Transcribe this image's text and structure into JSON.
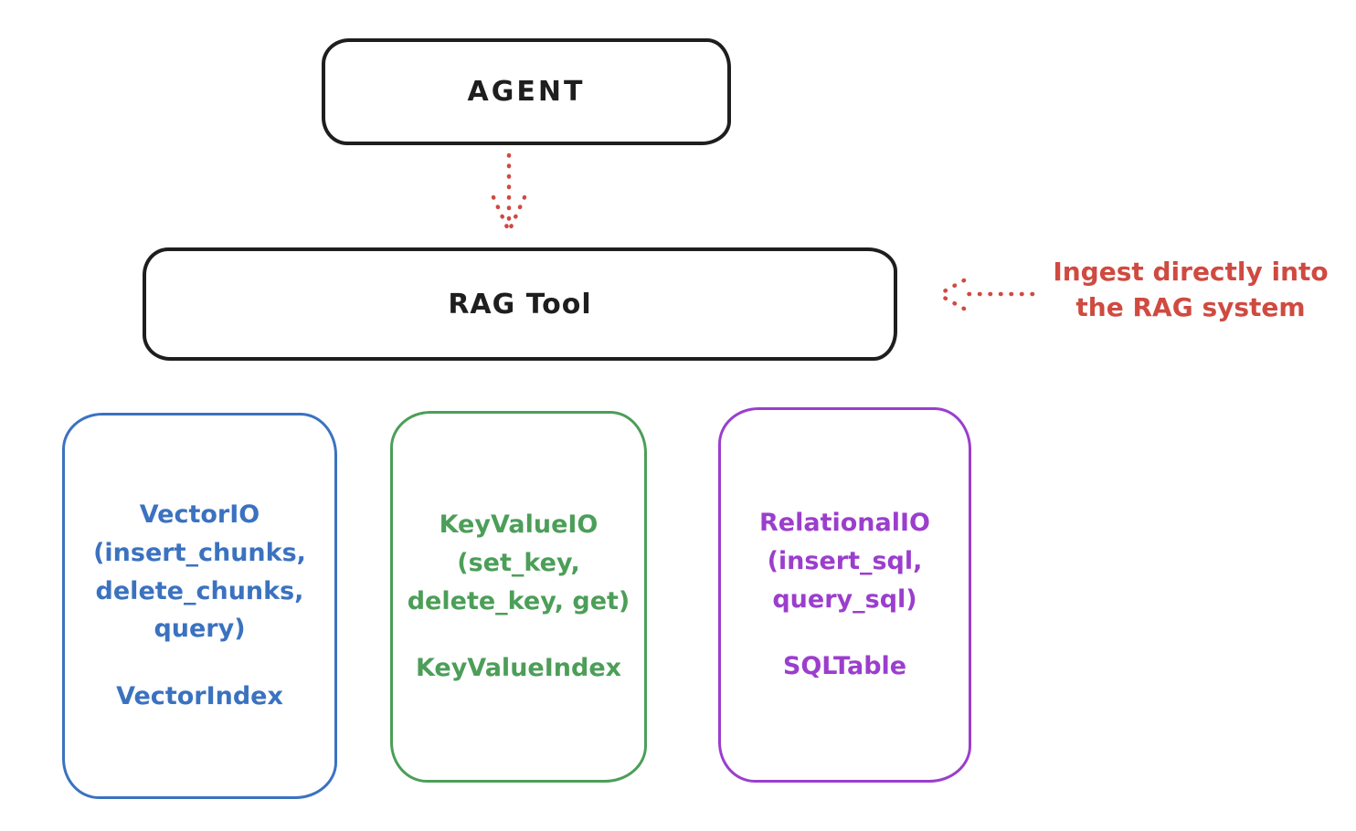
{
  "diagram": {
    "agent_box": {
      "label": "AGENT"
    },
    "rag_box": {
      "label": "RAG Tool"
    },
    "annotation": {
      "line1": "Ingest directly into",
      "line2": "the RAG system"
    },
    "storage_boxes": [
      {
        "name": "VectorIO",
        "title_lines": [
          "VectorIO",
          "(insert_chunks,",
          "delete_chunks,",
          "query)"
        ],
        "index_label": "VectorIndex",
        "color": "#3b72c0"
      },
      {
        "name": "KeyValueIO",
        "title_lines": [
          "KeyValueIO",
          "(set_key,",
          "delete_key, get)"
        ],
        "index_label": "KeyValueIndex",
        "color": "#4c9e58"
      },
      {
        "name": "RelationalIO",
        "title_lines": [
          "RelationalIO",
          "(insert_sql,",
          "query_sql)"
        ],
        "index_label": "SQLTable",
        "color": "#9b3ecd"
      }
    ],
    "colors": {
      "box_stroke": "#1e1e1e",
      "annotation_red": "#cf4a40"
    }
  }
}
